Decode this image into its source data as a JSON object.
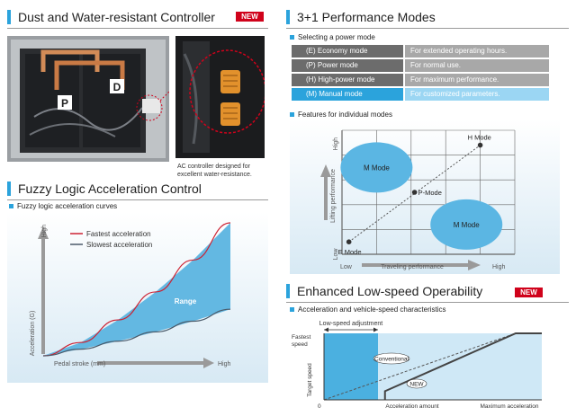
{
  "dust": {
    "title": "Dust and Water-resistant Controller",
    "badge": "NEW",
    "photo_label_p": "P",
    "photo_label_d": "D",
    "caption_line1": "AC controller designed for",
    "caption_line2": "excellent water-resistance."
  },
  "fuzzy": {
    "title": "Fuzzy Logic Acceleration Control",
    "subtitle": "Fuzzy logic acceleration curves",
    "chart_data": {
      "type": "area",
      "title": "",
      "xlabel": "Pedal stroke (mm)",
      "ylabel": "Acceleration (G)",
      "x_end_label": "High",
      "y_end_label": "High",
      "series": [
        {
          "name": "Fastest acceleration",
          "color": "#cc2233",
          "x": [
            0,
            0.2,
            0.4,
            0.6,
            0.8,
            1.0
          ],
          "y": [
            0,
            0.1,
            0.27,
            0.48,
            0.72,
            1.0
          ]
        },
        {
          "name": "Slowest acceleration",
          "color": "#4a5a6a",
          "x": [
            0,
            0.2,
            0.4,
            0.6,
            0.8,
            1.0
          ],
          "y": [
            0,
            0.05,
            0.11,
            0.18,
            0.26,
            0.35
          ]
        }
      ],
      "region_label": "Range",
      "grid": false
    }
  },
  "modes": {
    "title": "3+1 Performance Modes",
    "selecting_label": "Selecting a power mode",
    "rows": [
      {
        "name": "(E) Economy mode",
        "desc": "For extended operating hours."
      },
      {
        "name": "(P) Power mode",
        "desc": "For normal use."
      },
      {
        "name": "(H) High-power mode",
        "desc": "For maximum performance."
      },
      {
        "name": "(M) Manual mode",
        "desc": "For customized parameters."
      }
    ],
    "features_label": "Features for individual modes",
    "chart_data": {
      "type": "scatter",
      "title": "",
      "xlabel": "Traveling performance",
      "ylabel": "Lifting performance",
      "x_low": "Low",
      "x_high": "High",
      "y_low": "Low",
      "y_high": "High",
      "xlim": [
        0,
        5
      ],
      "ylim": [
        0,
        5
      ],
      "grid": true,
      "points": [
        {
          "name": "E Mode",
          "x": 0.2,
          "y": 0.5
        },
        {
          "name": "P-Mode",
          "x": 2.1,
          "y": 2.5
        },
        {
          "name": "H Mode",
          "x": 4.0,
          "y": 4.4
        }
      ],
      "regions": [
        {
          "name": "M Mode",
          "cx": 1.0,
          "cy": 3.5
        },
        {
          "name": "M Mode",
          "cx": 3.6,
          "cy": 1.2
        }
      ]
    }
  },
  "lowspeed": {
    "title": "Enhanced Low-speed Operability",
    "badge": "NEW",
    "subtitle": "Acceleration and vehicle-speed characteristics",
    "chart_data": {
      "type": "line",
      "title": "",
      "xlabel": "Acceleration amount",
      "ylabel": "Target speed",
      "x_max_label": "Maximum acceleration",
      "y_max_label_1": "Fastest",
      "y_max_label_2": "speed",
      "origin_label": "0",
      "region_label": "Low-speed adjustment",
      "xlim": [
        0,
        1
      ],
      "ylim": [
        0,
        1
      ],
      "series": [
        {
          "name": "Conventional",
          "style": "dashed",
          "x": [
            0,
            0.88,
            1.0
          ],
          "y": [
            0,
            1,
            1
          ]
        },
        {
          "name": "NEW",
          "style": "solid",
          "x": [
            0,
            0.28,
            0.88,
            1.0
          ],
          "y": [
            0,
            0.13,
            1,
            1
          ]
        }
      ]
    }
  }
}
